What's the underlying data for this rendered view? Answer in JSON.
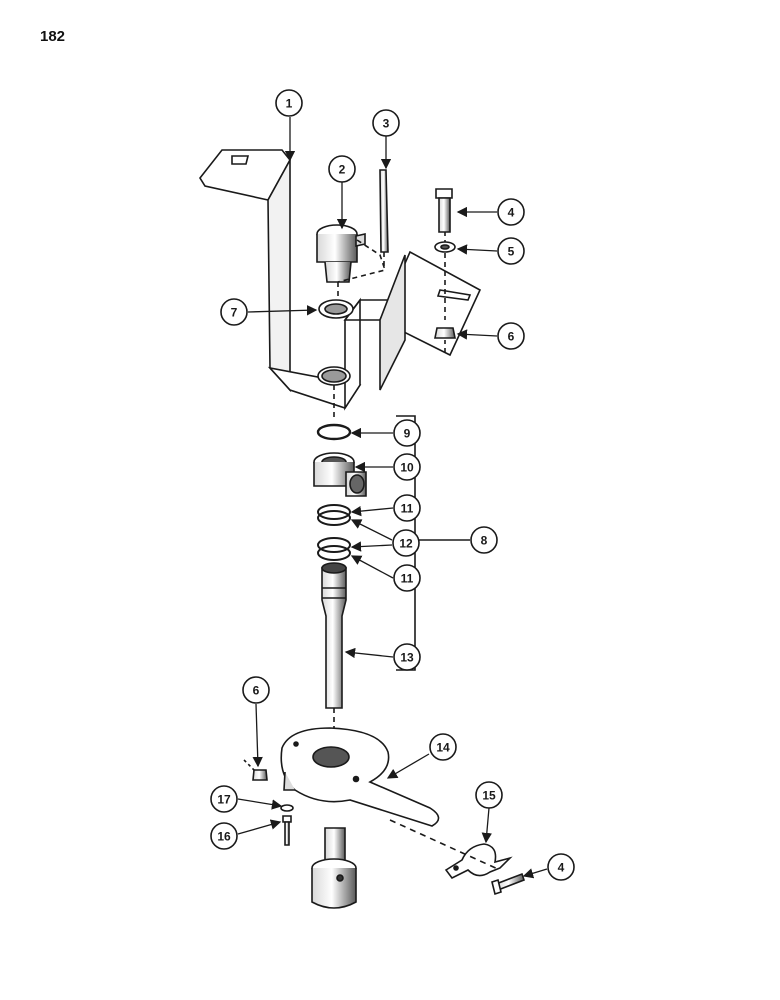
{
  "page_number": "182",
  "callouts": {
    "c1": "1",
    "c2": "2",
    "c3": "3",
    "c4a": "4",
    "c5": "5",
    "c6a": "6",
    "c7": "7",
    "c8": "8",
    "c9": "9",
    "c10": "10",
    "c11a": "11",
    "c12": "12",
    "c11b": "11",
    "c13": "13",
    "c6b": "6",
    "c14": "14",
    "c15": "15",
    "c17": "17",
    "c16": "16",
    "c4b": "4"
  },
  "colors": {
    "ink": "#1a1a1a",
    "paper": "#ffffff",
    "shade": "#8a8a8a"
  }
}
